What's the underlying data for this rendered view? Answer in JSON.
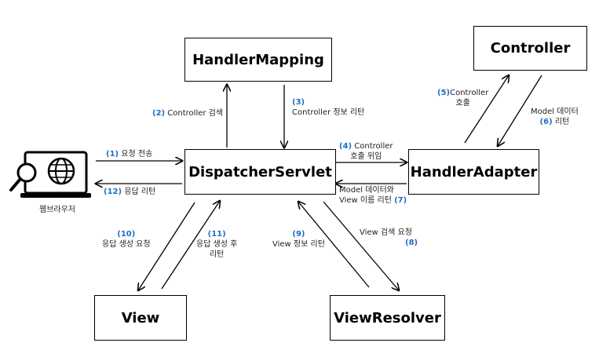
{
  "boxes": {
    "handler_mapping": "HandlerMapping",
    "controller": "Controller",
    "dispatcher_servlet": "DispatcherServlet",
    "handler_adapter": "HandlerAdapter",
    "view": "View",
    "view_resolver": "ViewResolver"
  },
  "browser_label": "웹브라우저",
  "steps": {
    "s1": {
      "num": "(1)",
      "text": "요청 전송"
    },
    "s2": {
      "num": "(2)",
      "text": "Controller 검색"
    },
    "s3": {
      "num": "(3)",
      "text": "Controller 정보 리턴"
    },
    "s4": {
      "num": "(4)",
      "line1": "Controller",
      "line2": "호출 위임"
    },
    "s5": {
      "num": "(5)",
      "line1": "Controller",
      "line2": "호출"
    },
    "s6": {
      "num": "(6)",
      "line1": "Model 데이터",
      "line2": "리턴"
    },
    "s7": {
      "num": "(7)",
      "line1": "Model 데이터와",
      "line2": "View 이름 리턴"
    },
    "s8": {
      "num": "(8)",
      "text": "View 검색 요청"
    },
    "s9": {
      "num": "(9)",
      "text": "View 정보 리턴"
    },
    "s10": {
      "num": "(10)",
      "text": "응답 생성 요청"
    },
    "s11": {
      "num": "(11)",
      "line1": "응답 생성 후",
      "line2": "리턴"
    },
    "s12": {
      "num": "(12)",
      "text": "응답 리턴"
    }
  },
  "colors": {
    "step_number": "#1f6fbf",
    "line": "#000000"
  }
}
